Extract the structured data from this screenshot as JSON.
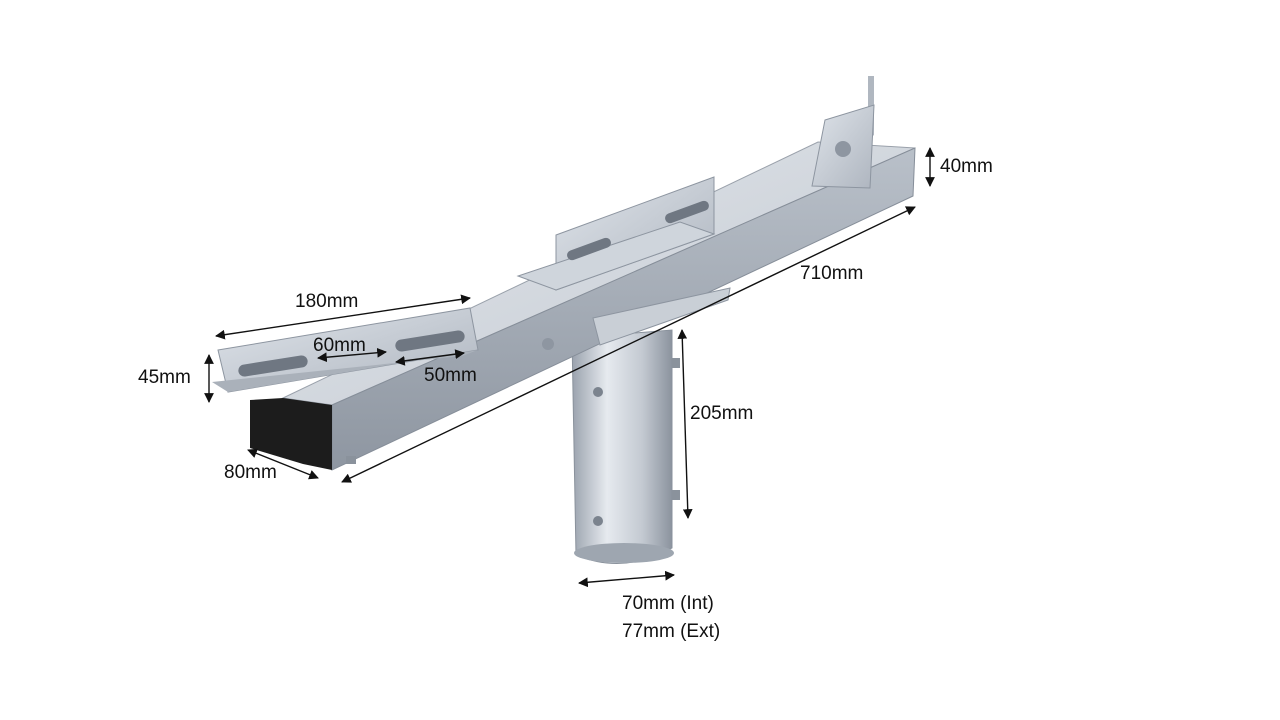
{
  "diagram": {
    "subject": "galvanized-steel-pole-mount-bracket",
    "dimensions": {
      "main_bar_length": "710mm",
      "main_bar_height": "40mm",
      "side_bar_width": "80mm",
      "side_plate_height": "45mm",
      "side_plate_length": "180mm",
      "slot_length": "60mm",
      "slot_spacing": "50mm",
      "tube_height": "205mm",
      "tube_internal": "70mm (Int)",
      "tube_external": "77mm (Ext)"
    },
    "colors": {
      "metal_light": "#d9dee4",
      "metal_mid": "#b7bec7",
      "metal_dark": "#8d95a0",
      "end_cap": "#1c1c1c",
      "arrow": "#111111"
    }
  }
}
